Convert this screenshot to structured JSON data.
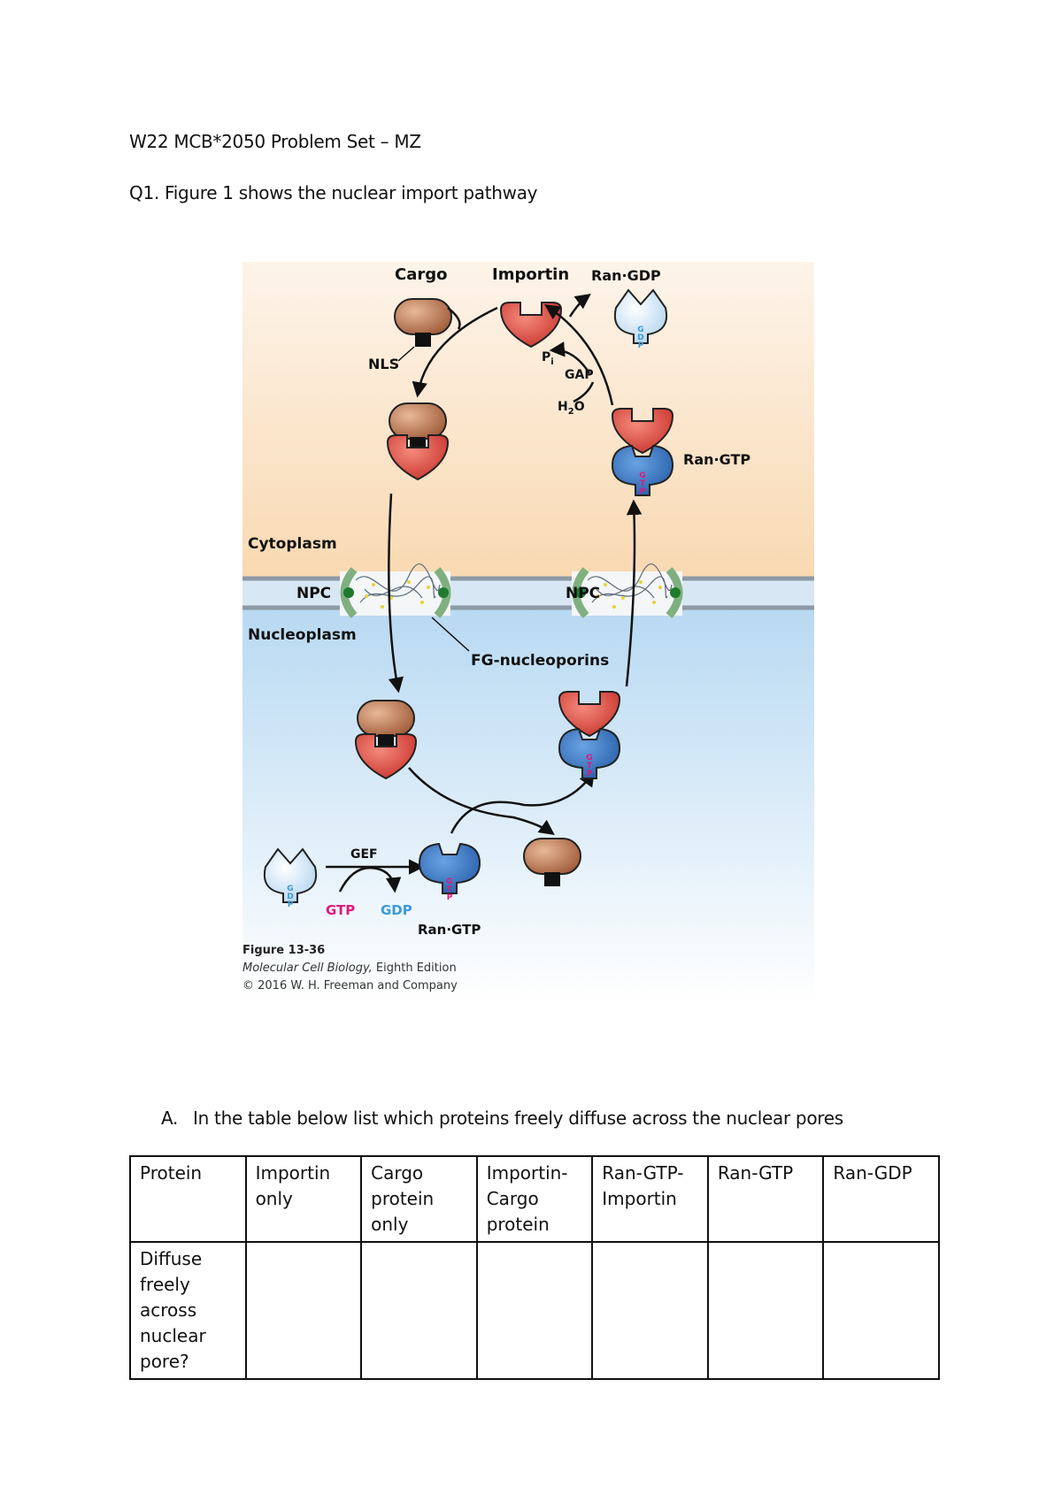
{
  "header": "W22 MCB*2050 Problem Set – MZ",
  "question": "Q1. Figure 1 shows the nuclear import pathway",
  "figure": {
    "labels": {
      "cargo": "Cargo",
      "importin": "Importin",
      "ran_gdp": "Ran·GDP",
      "nls": "NLS",
      "pi": "P",
      "pi_sub": "i",
      "gap": "GAP",
      "h2o": "H",
      "h2o_sub": "2",
      "h2o_o": "O",
      "ran_gtp_top": "Ran·GTP",
      "cytoplasm": "Cytoplasm",
      "nucleoplasm": "Nucleoplasm",
      "npc_left": "NPC",
      "npc_right": "NPC",
      "fg_nucleoporins": "FG-nucleoporins",
      "gef": "GEF",
      "gtp": "GTP",
      "gdp": "GDP",
      "ran_gtp_bottom": "Ran·GTP",
      "gdp_letters": [
        "G",
        "D",
        "P"
      ],
      "gtp_letters": [
        "G",
        "T",
        "P"
      ]
    },
    "caption": {
      "title": "Figure 13-36",
      "book": "Molecular Cell Biology,",
      "edition": " Eighth Edition",
      "copyright": "© 2016 W. H. Freeman and Company"
    },
    "colors": {
      "cytoplasm_top": "#fdf4ea",
      "cytoplasm_bottom": "#f9d9b2",
      "nucleoplasm_top": "#b8d9f2",
      "nucleoplasm_bottom": "#ffffff",
      "cargo": "#b06a46",
      "importin": "#d9403a",
      "ran_gtp": "#2f6fbd",
      "ran_gdp": "#cfe6f9",
      "gtp_text": "#e0197e",
      "gdp_text": "#3b9ad9"
    }
  },
  "part_a": {
    "number": "A.",
    "text": "In the table below list which proteins freely diffuse across the nuclear pores"
  },
  "table": {
    "headers": [
      "Protein",
      "Importin only",
      "Cargo protein only",
      "Importin-Cargo protein",
      "Ran-GTP-Importin",
      "Ran-GTP",
      "Ran-GDP"
    ],
    "row_label": "Diffuse freely across nuclear pore?",
    "row_values": [
      "",
      "",
      "",
      "",
      "",
      ""
    ]
  }
}
